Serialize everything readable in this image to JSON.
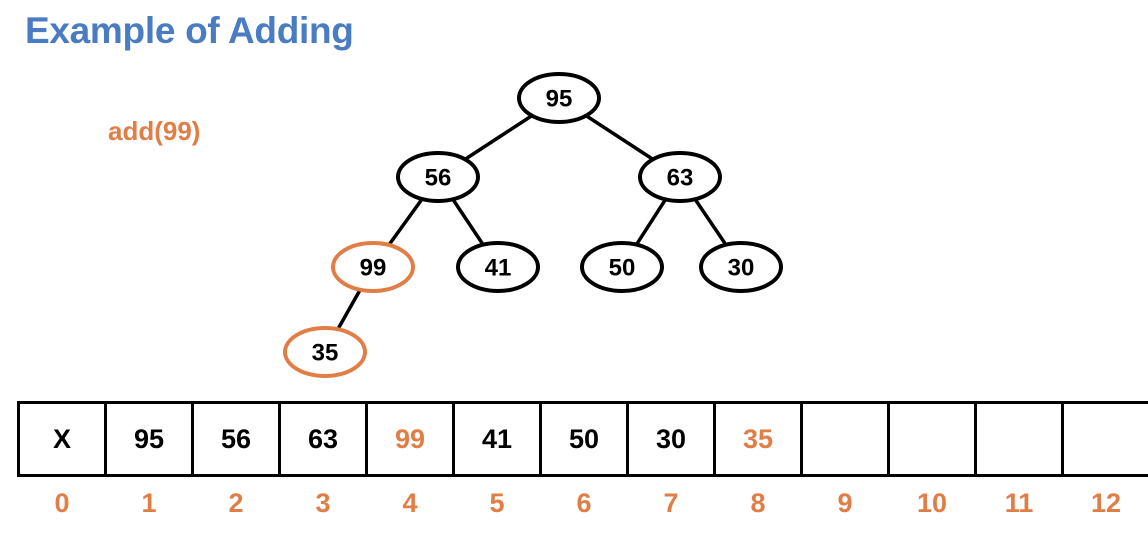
{
  "title": "Example of Adding",
  "operation": "add(99)",
  "colors": {
    "title": "#4a7cc3",
    "highlight": "#e07e45",
    "default": "#000000"
  },
  "tree": {
    "nodes": [
      {
        "id": "n95",
        "value": "95",
        "highlight": false
      },
      {
        "id": "n56",
        "value": "56",
        "highlight": false
      },
      {
        "id": "n63",
        "value": "63",
        "highlight": false
      },
      {
        "id": "n99",
        "value": "99",
        "highlight": true
      },
      {
        "id": "n41",
        "value": "41",
        "highlight": false
      },
      {
        "id": "n50",
        "value": "50",
        "highlight": false
      },
      {
        "id": "n30",
        "value": "30",
        "highlight": false
      },
      {
        "id": "n35",
        "value": "35",
        "highlight": true
      }
    ],
    "edges": [
      [
        "n95",
        "n56"
      ],
      [
        "n95",
        "n63"
      ],
      [
        "n56",
        "n99"
      ],
      [
        "n56",
        "n41"
      ],
      [
        "n63",
        "n50"
      ],
      [
        "n63",
        "n30"
      ],
      [
        "n99",
        "n35"
      ]
    ]
  },
  "array": {
    "cells": [
      {
        "value": "X",
        "highlight": false
      },
      {
        "value": "95",
        "highlight": false
      },
      {
        "value": "56",
        "highlight": false
      },
      {
        "value": "63",
        "highlight": false
      },
      {
        "value": "99",
        "highlight": true
      },
      {
        "value": "41",
        "highlight": false
      },
      {
        "value": "50",
        "highlight": false
      },
      {
        "value": "30",
        "highlight": false
      },
      {
        "value": "35",
        "highlight": true
      },
      {
        "value": "",
        "highlight": false
      },
      {
        "value": "",
        "highlight": false
      },
      {
        "value": "",
        "highlight": false
      },
      {
        "value": "",
        "highlight": false
      }
    ],
    "indices": [
      "0",
      "1",
      "2",
      "3",
      "4",
      "5",
      "6",
      "7",
      "8",
      "9",
      "10",
      "11",
      "12"
    ]
  }
}
